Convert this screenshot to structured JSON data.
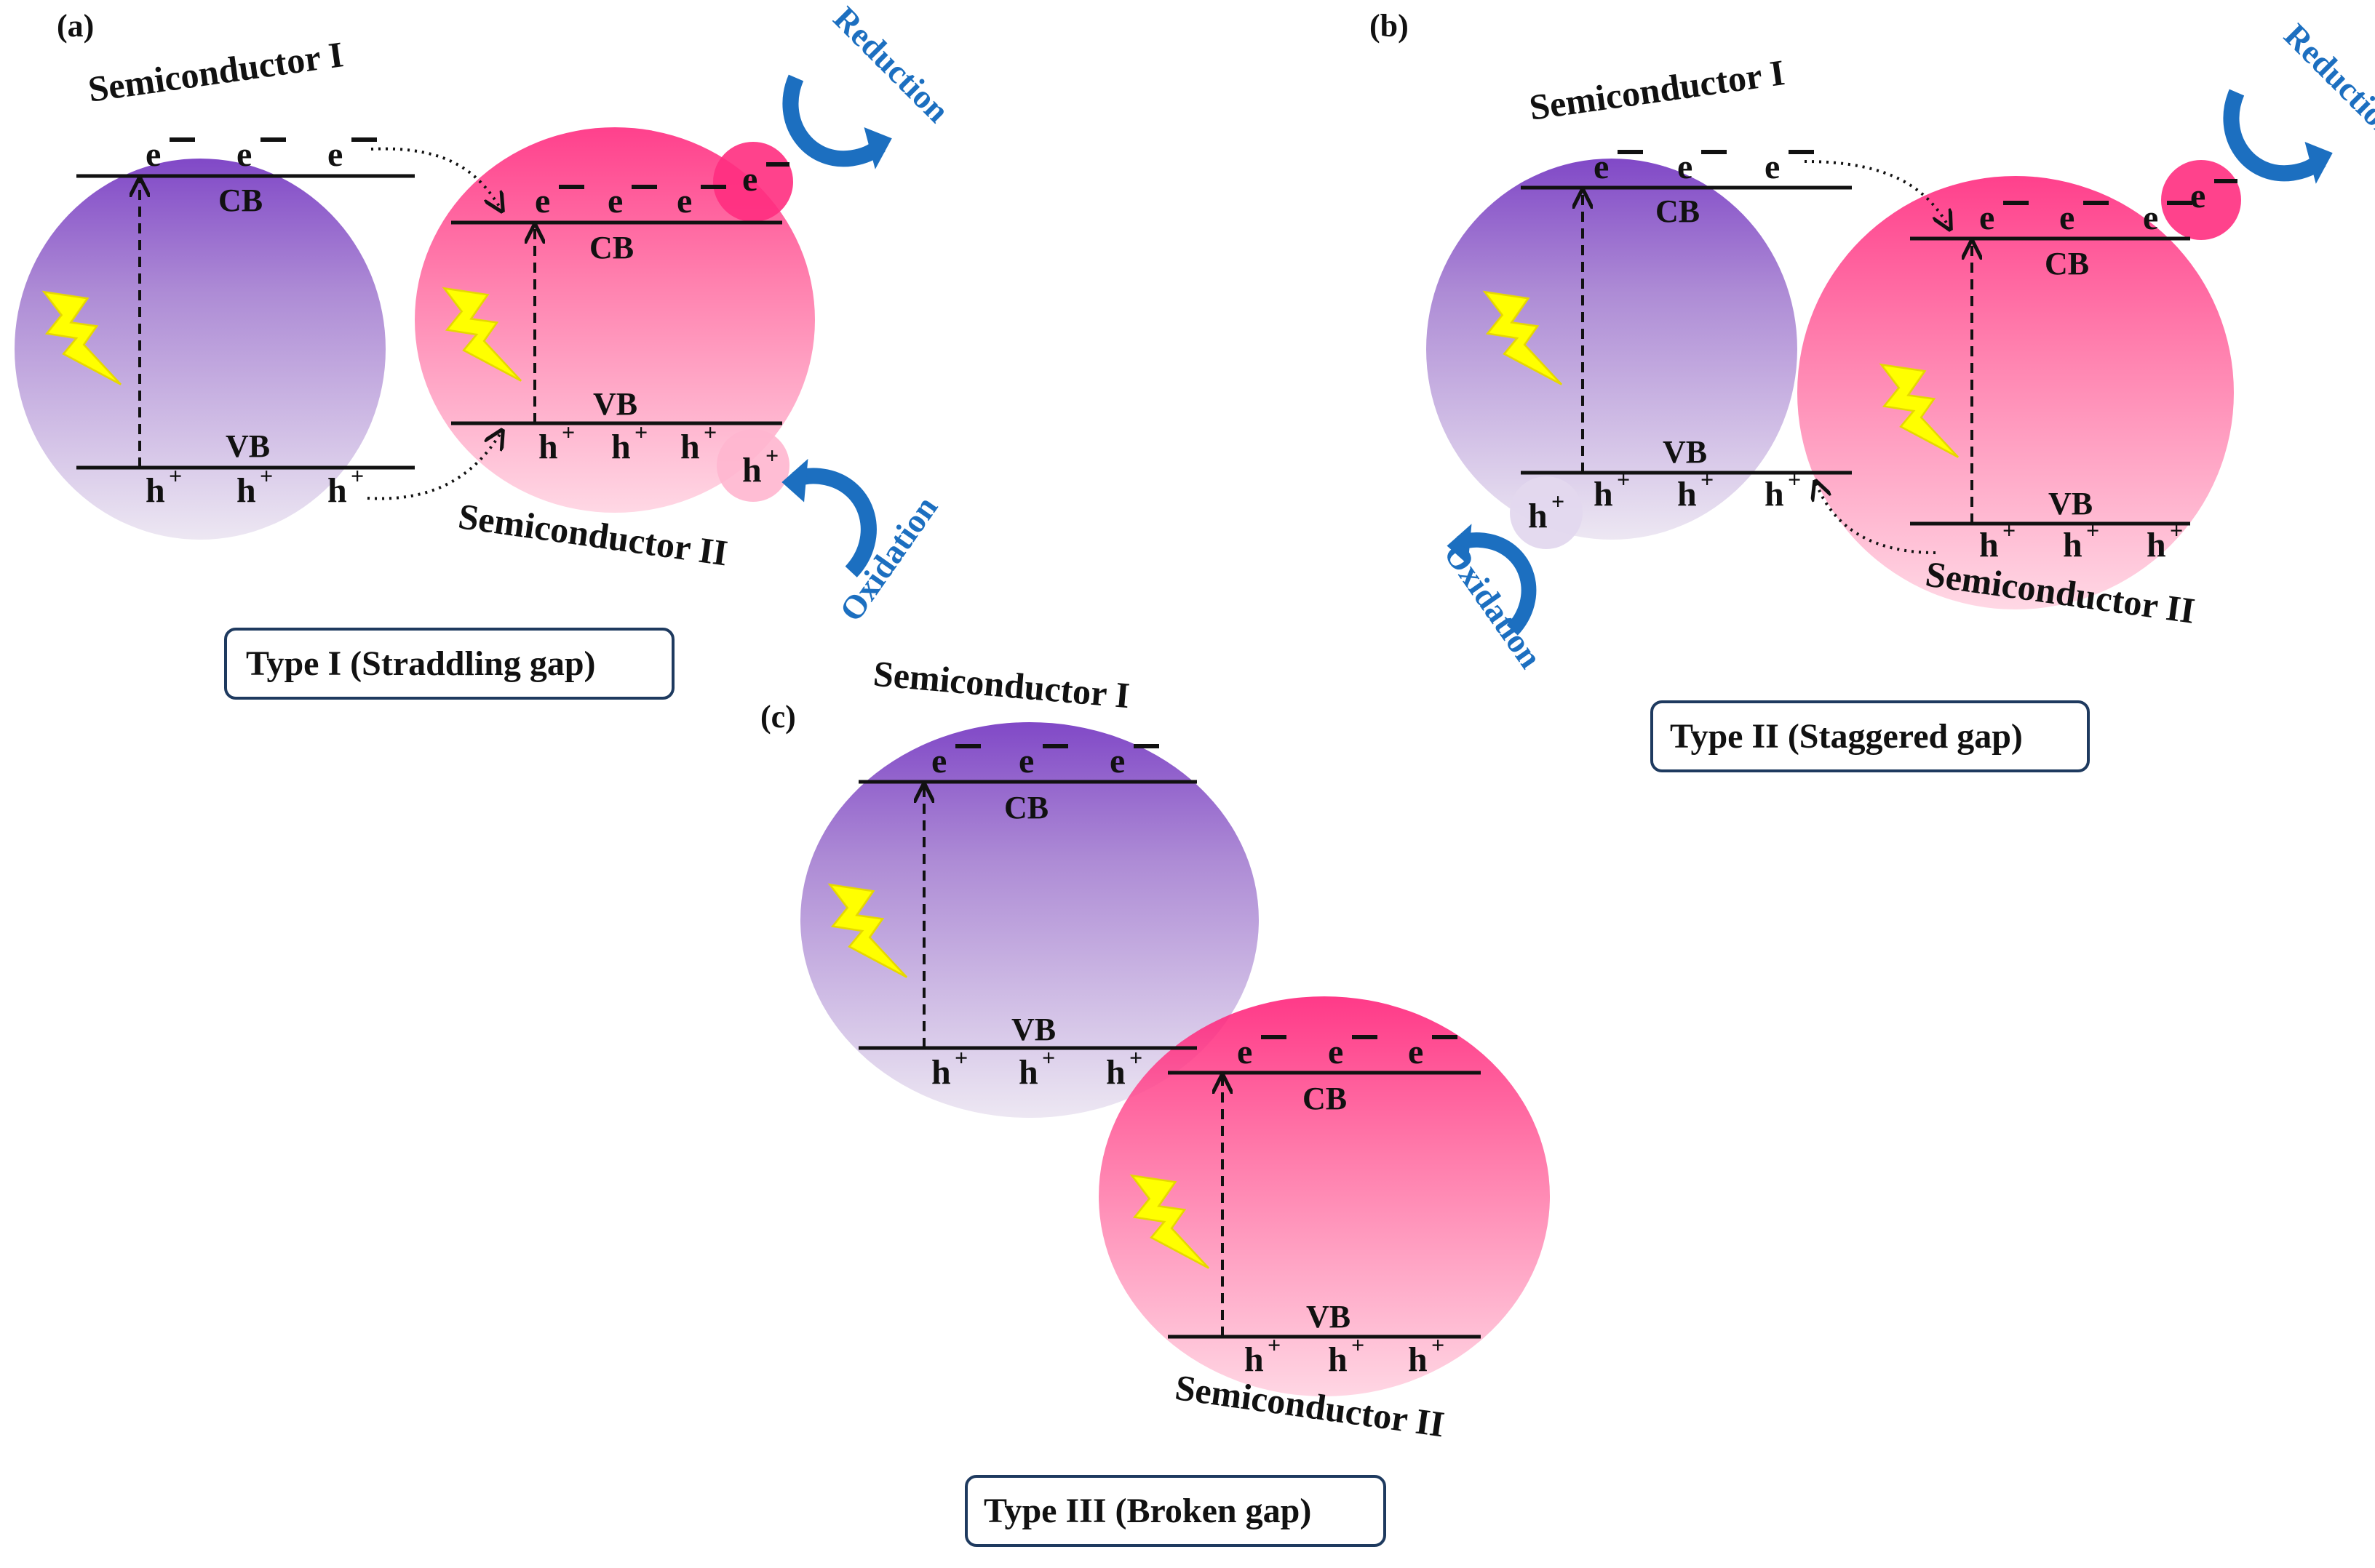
{
  "colors": {
    "purple_top": "#7a3fc4",
    "purple_bottom": "#ece6f2",
    "pink_top": "#ff1f78",
    "pink_bottom": "#ffd1e0",
    "arrow_blue": "#1c6fc0",
    "bolt": "#ffff00",
    "box_border": "#1e3a5f"
  },
  "icons": [
    "lightning-bolt-icon",
    "curved-arrow-icon"
  ],
  "panels": {
    "a": {
      "tag": "(a)",
      "title": "Type I (Straddling gap)",
      "semi1": "Semiconductor I",
      "semi2": "Semiconductor II",
      "cb": "CB",
      "vb": "VB",
      "electron": "e",
      "hole": "h",
      "reduction": "Reduction",
      "oxidation": "Oxidation"
    },
    "b": {
      "tag": "(b)",
      "title": "Type II (Staggered gap)",
      "semi1": "Semiconductor I",
      "semi2": "Semiconductor II",
      "cb": "CB",
      "vb": "VB",
      "electron": "e",
      "hole": "h",
      "reduction": "Reduction",
      "oxidation": "Oxidation"
    },
    "c": {
      "tag": "(c)",
      "title": "Type III (Broken gap)",
      "semi1": "Semiconductor I",
      "semi2": "Semiconductor II",
      "cb": "CB",
      "vb": "VB",
      "electron": "e",
      "hole": "h"
    }
  }
}
